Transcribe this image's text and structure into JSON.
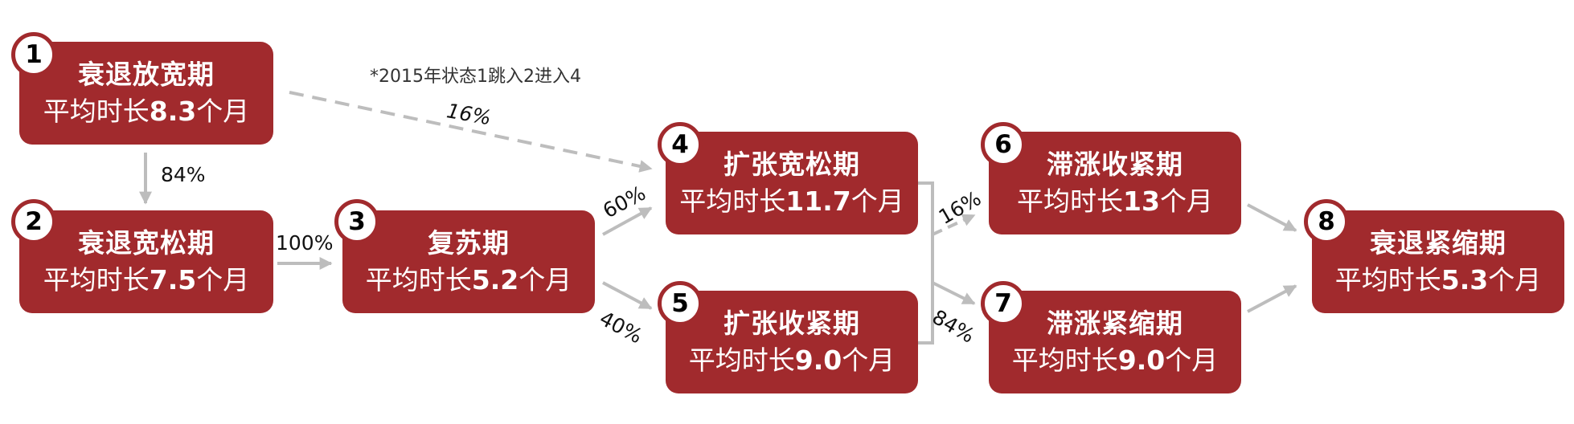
{
  "colors": {
    "box": "#a12a2d",
    "arrow": "#bdbdbd",
    "badge_bg": "#ffffff",
    "text_light": "#ffffff"
  },
  "note": "*2015年状态1跳入2进入4",
  "nodes": [
    {
      "num": "1",
      "title": "衰退放宽期",
      "prefix": "平均时长",
      "value": "8.3",
      "unit": "个月"
    },
    {
      "num": "2",
      "title": "衰退宽松期",
      "prefix": "平均时长",
      "value": "7.5",
      "unit": "个月"
    },
    {
      "num": "3",
      "title": "复苏期",
      "prefix": "平均时长",
      "value": "5.2",
      "unit": "个月"
    },
    {
      "num": "4",
      "title": "扩张宽松期",
      "prefix": "平均时长",
      "value": "11.7",
      "unit": "个月"
    },
    {
      "num": "5",
      "title": "扩张收紧期",
      "prefix": "平均时长",
      "value": "9.0",
      "unit": "个月"
    },
    {
      "num": "6",
      "title": "滞涨收紧期",
      "prefix": "平均时长",
      "value": "13",
      "unit": "个月"
    },
    {
      "num": "7",
      "title": "滞涨紧缩期",
      "prefix": "平均时长",
      "value": "9.0",
      "unit": "个月"
    },
    {
      "num": "8",
      "title": "衰退紧缩期",
      "prefix": "平均时长",
      "value": "5.3",
      "unit": "个月"
    }
  ],
  "transitions": [
    {
      "from": "1",
      "to": "2",
      "label": "84%"
    },
    {
      "from": "1",
      "to": "4",
      "label": "16%"
    },
    {
      "from": "2",
      "to": "3",
      "label": "100%"
    },
    {
      "from": "3",
      "to": "4",
      "label": "60%"
    },
    {
      "from": "3",
      "to": "5",
      "label": "40%"
    },
    {
      "from": "4/5",
      "to": "6",
      "label": "16%"
    },
    {
      "from": "4/5",
      "to": "7",
      "label": "84%"
    },
    {
      "from": "6",
      "to": "8",
      "label": ""
    },
    {
      "from": "7",
      "to": "8",
      "label": ""
    }
  ]
}
